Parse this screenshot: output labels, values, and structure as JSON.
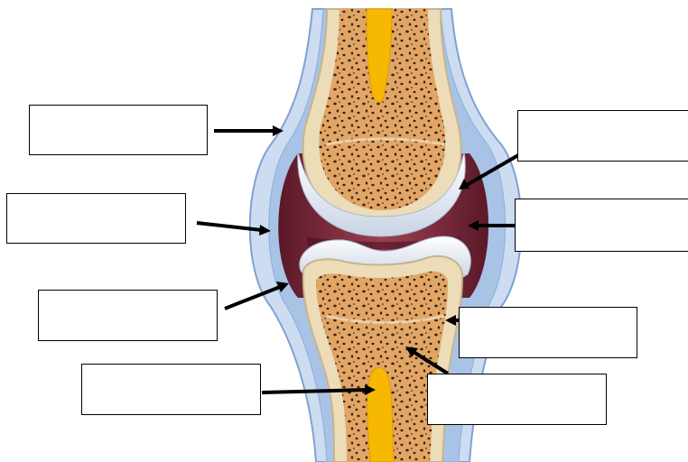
{
  "diagram": {
    "parts": [
      "joint-capsule",
      "synovial-membrane",
      "articular-cartilage",
      "synovial-cavity",
      "spongy-bone",
      "medullary-cavity"
    ],
    "label_boxes": [
      {
        "id": "box-1",
        "text": ""
      },
      {
        "id": "box-2",
        "text": ""
      },
      {
        "id": "box-3",
        "text": ""
      },
      {
        "id": "box-4",
        "text": ""
      },
      {
        "id": "box-5",
        "text": ""
      },
      {
        "id": "box-6",
        "text": ""
      },
      {
        "id": "box-7",
        "text": ""
      },
      {
        "id": "box-8",
        "text": ""
      }
    ],
    "colors": {
      "capsule_outer": "#c9daf0",
      "capsule_edge": "#8aaedb",
      "synovial": "#7a2a38",
      "cartilage": "#e8f0f8",
      "bone_shell": "#ecdcb8",
      "spongy_bone": "#e0a060",
      "marrow": "#f6b800",
      "arrow": "#000000"
    }
  }
}
